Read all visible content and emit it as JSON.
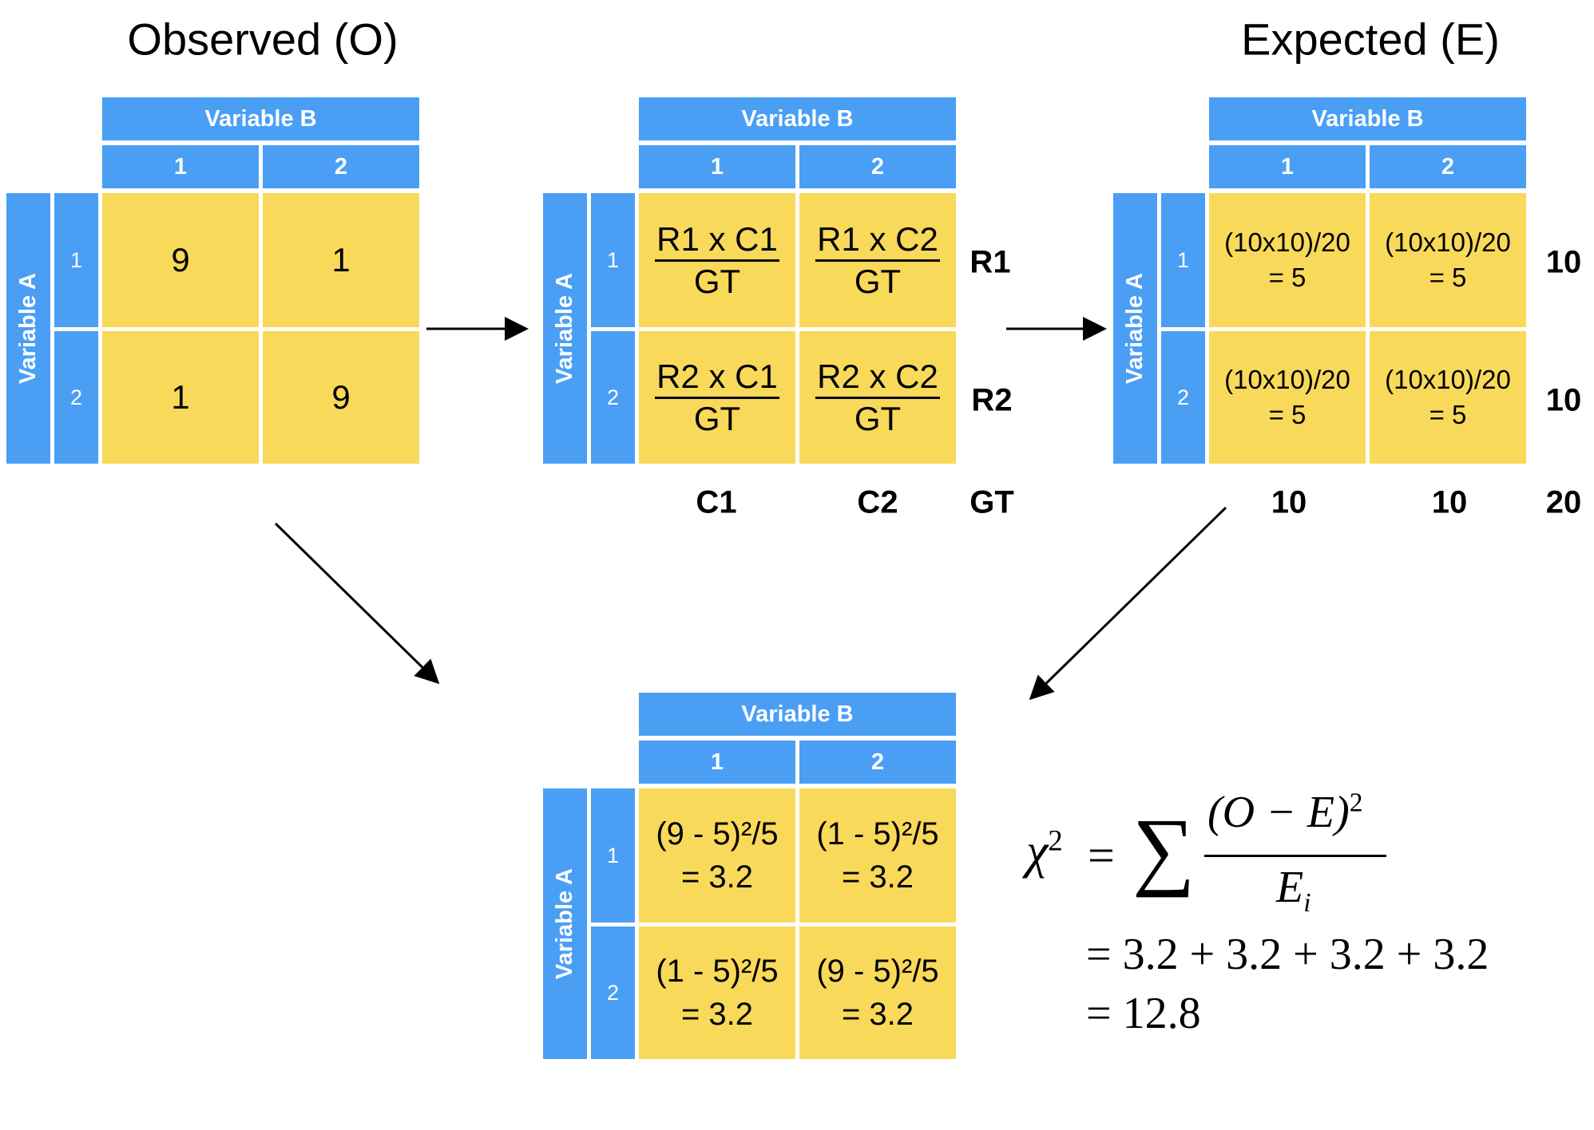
{
  "observed": {
    "title": "Observed (O)",
    "variable_b_label": "Variable B",
    "variable_a_label": "Variable A",
    "col_headers": [
      "1",
      "2"
    ],
    "row_headers": [
      "1",
      "2"
    ],
    "cells": [
      [
        "9",
        "1"
      ],
      [
        "1",
        "9"
      ]
    ]
  },
  "formula": {
    "variable_b_label": "Variable B",
    "variable_a_label": "Variable A",
    "col_headers": [
      "1",
      "2"
    ],
    "row_headers": [
      "1",
      "2"
    ],
    "cells": [
      [
        {
          "num": "R1 x C1",
          "den": "GT"
        },
        {
          "num": "R1 x C2",
          "den": "GT"
        }
      ],
      [
        {
          "num": "R2 x C1",
          "den": "GT"
        },
        {
          "num": "R2 x C2",
          "den": "GT"
        }
      ]
    ],
    "row_totals": [
      "R1",
      "R2"
    ],
    "col_totals": [
      "C1",
      "C2"
    ],
    "grand_total": "GT"
  },
  "expected": {
    "title": "Expected (E)",
    "variable_b_label": "Variable B",
    "variable_a_label": "Variable A",
    "col_headers": [
      "1",
      "2"
    ],
    "row_headers": [
      "1",
      "2"
    ],
    "cells": [
      [
        {
          "line1": "(10x10)/20",
          "line2": "= 5"
        },
        {
          "line1": "(10x10)/20",
          "line2": "= 5"
        }
      ],
      [
        {
          "line1": "(10x10)/20",
          "line2": "= 5"
        },
        {
          "line1": "(10x10)/20",
          "line2": "= 5"
        }
      ]
    ],
    "row_totals": [
      "10",
      "10"
    ],
    "col_totals": [
      "10",
      "10"
    ],
    "grand_total": "20"
  },
  "chi": {
    "variable_b_label": "Variable B",
    "variable_a_label": "Variable A",
    "col_headers": [
      "1",
      "2"
    ],
    "row_headers": [
      "1",
      "2"
    ],
    "cells": [
      [
        {
          "line1": "(9 - 5)²/5",
          "line2": "= 3.2"
        },
        {
          "line1": "(1 - 5)²/5",
          "line2": "= 3.2"
        }
      ],
      [
        {
          "line1": "(1 - 5)²/5",
          "line2": "= 3.2"
        },
        {
          "line1": "(9 - 5)²/5",
          "line2": "= 3.2"
        }
      ]
    ]
  },
  "equation": {
    "chi": "χ",
    "chi_exp": "2",
    "equals": "=",
    "sigma": "∑",
    "numerator": "(O − E)",
    "numerator_exp": "2",
    "denominator": "E",
    "denominator_sub": "i",
    "sum_line": "= 3.2 + 3.2 + 3.2 + 3.2",
    "result_line": "= 12.8"
  }
}
